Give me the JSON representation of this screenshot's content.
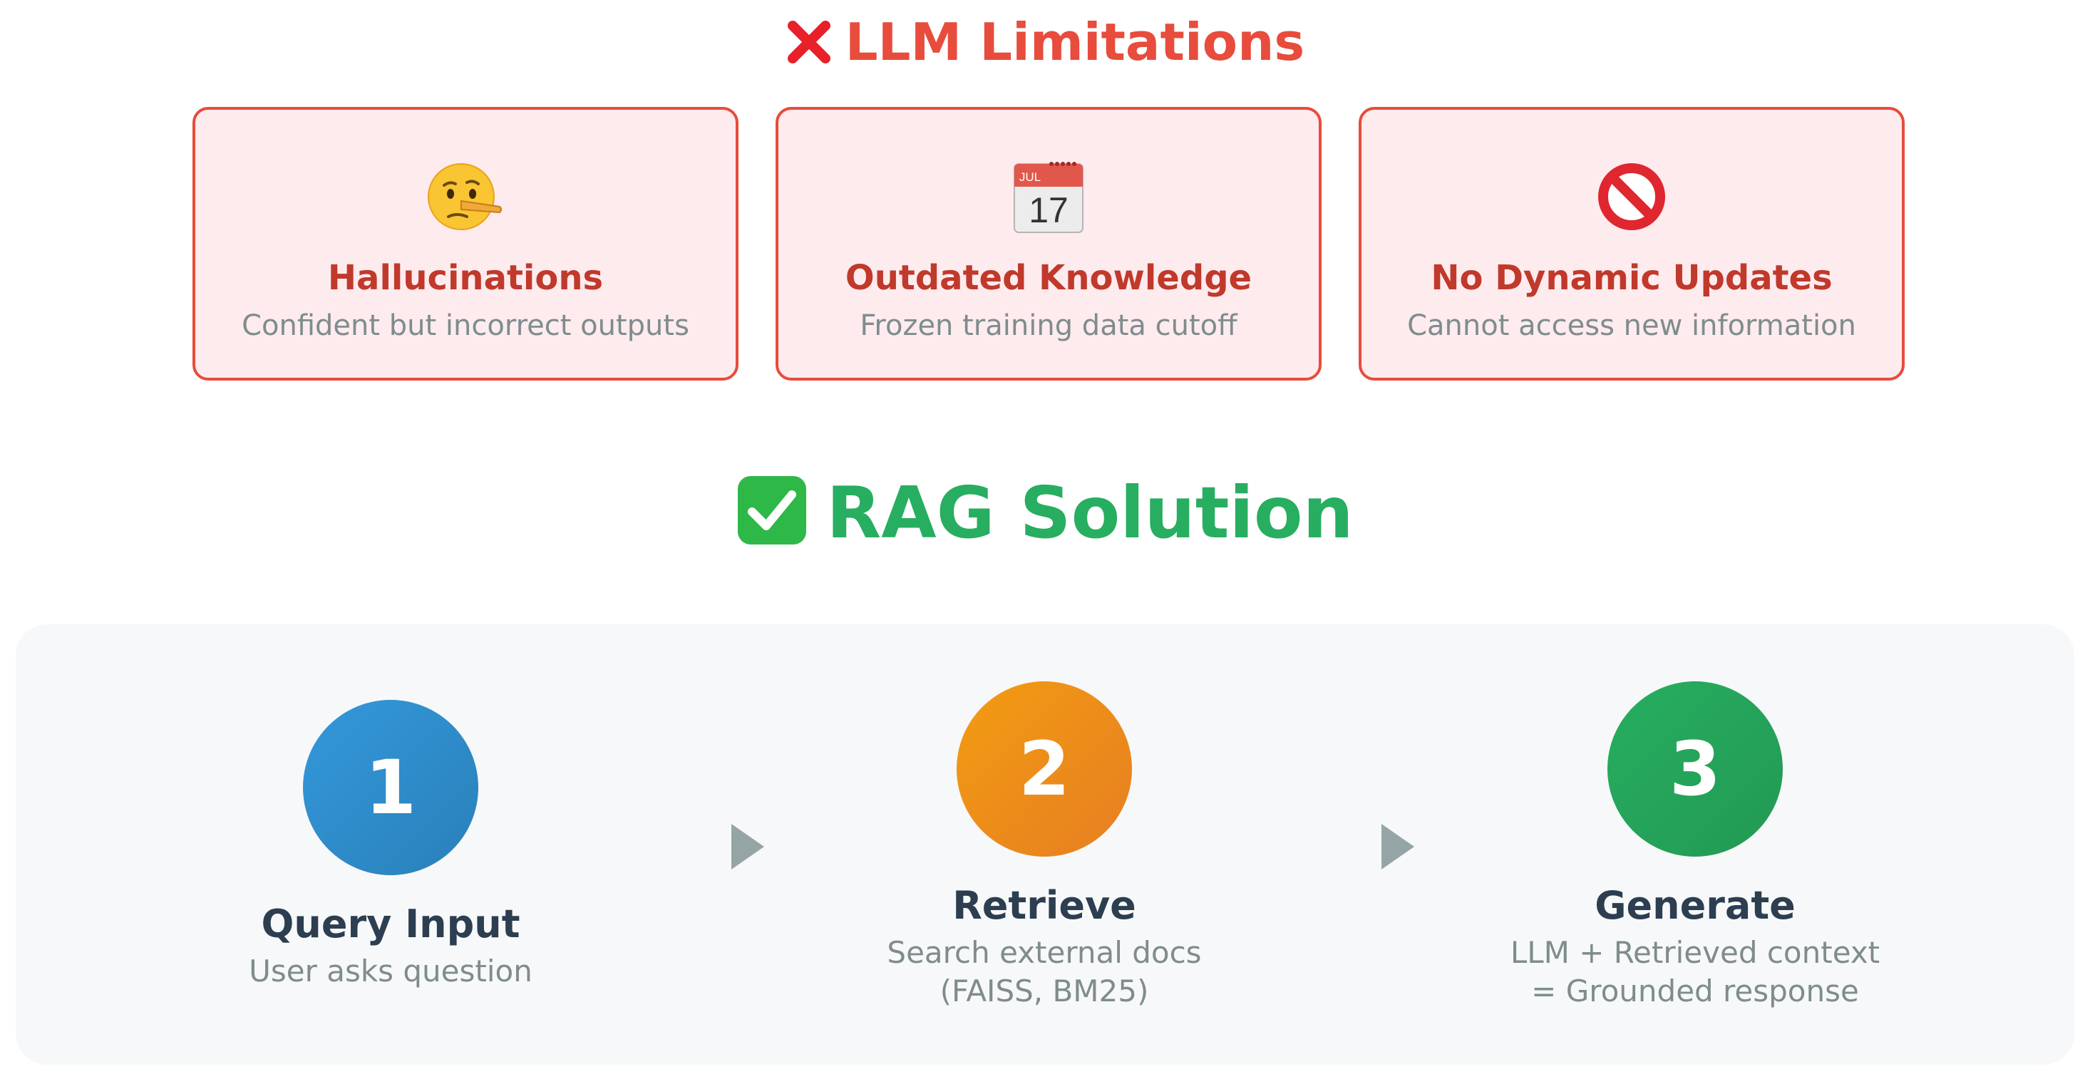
{
  "limitations": {
    "title": "LLM Limitations",
    "title_icon": "cross-mark-icon",
    "cards": [
      {
        "icon": "lying-face-icon",
        "title": "Hallucinations",
        "description": "Confident but incorrect outputs"
      },
      {
        "icon": "calendar-icon",
        "calendar_month": "JUL",
        "calendar_day": "17",
        "title": "Outdated Knowledge",
        "description": "Frozen training data cutoff"
      },
      {
        "icon": "prohibited-icon",
        "title": "No Dynamic Updates",
        "description": "Cannot access new information"
      }
    ]
  },
  "solution": {
    "title": "RAG Solution",
    "title_icon": "check-mark-button-icon",
    "steps": [
      {
        "number": "1",
        "title": "Query Input",
        "description_lines": [
          "User asks question"
        ],
        "color": "#3498db"
      },
      {
        "number": "2",
        "title": "Retrieve",
        "description_lines": [
          "Search external docs",
          "(FAISS, BM25)"
        ],
        "color": "#f39c12"
      },
      {
        "number": "3",
        "title": "Generate",
        "description_lines": [
          "LLM + Retrieved context",
          "= Grounded response"
        ],
        "color": "#27ae60"
      }
    ]
  },
  "colors": {
    "limitation_red": "#e74c3c",
    "card_title_red": "#c0392b",
    "card_bg": "#fdebee",
    "solution_green": "#27ae60",
    "muted_text": "#7f8c8d",
    "dark_text": "#2c3e50",
    "arrow_gray": "#95a5a6"
  }
}
